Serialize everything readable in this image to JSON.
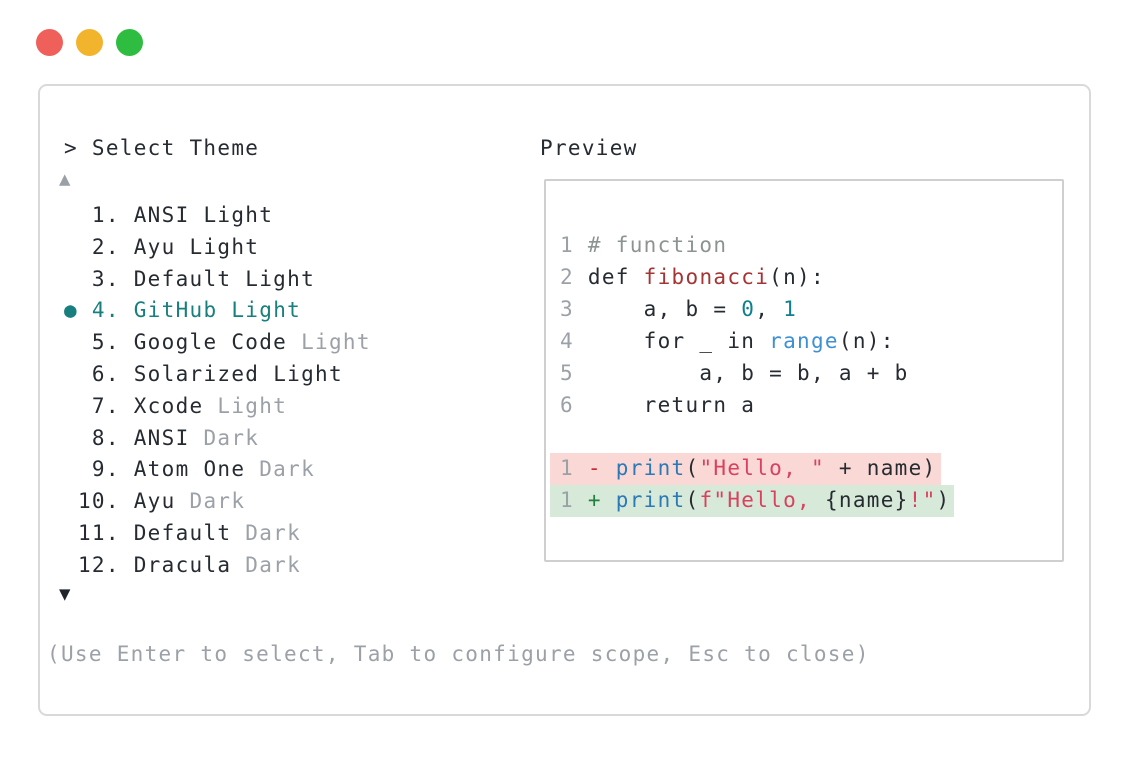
{
  "window": {
    "traffic_lights": [
      {
        "name": "close",
        "color": "#f0605a"
      },
      {
        "name": "minimize",
        "color": "#f3b42d"
      },
      {
        "name": "zoom",
        "color": "#2ebd41"
      }
    ]
  },
  "colors": {
    "text": "#262b32",
    "muted": "#9ba1a7",
    "accent_teal": "#17807f",
    "scroll_up_gray": "#9aa0a5",
    "scroll_down_dark": "#20252b",
    "panel_border": "#d9d9d9",
    "preview_border": "#cfcfcf",
    "removed_bg": "#f9d8d5",
    "added_bg": "#d7ead9"
  },
  "theme_picker": {
    "title": "> Select Theme",
    "scroll_up_glyph": "▲",
    "scroll_down_glyph": "▼",
    "items": [
      {
        "num": "1",
        "name": "ANSI",
        "variant": "Light",
        "variant_muted": false,
        "selected": false
      },
      {
        "num": "2",
        "name": "Ayu",
        "variant": "Light",
        "variant_muted": false,
        "selected": false
      },
      {
        "num": "3",
        "name": "Default",
        "variant": "Light",
        "variant_muted": false,
        "selected": false
      },
      {
        "num": "4",
        "name": "GitHub",
        "variant": "Light",
        "variant_muted": false,
        "selected": true
      },
      {
        "num": "5",
        "name": "Google Code",
        "variant": "Light",
        "variant_muted": true,
        "selected": false
      },
      {
        "num": "6",
        "name": "Solarized",
        "variant": "Light",
        "variant_muted": false,
        "selected": false
      },
      {
        "num": "7",
        "name": "Xcode",
        "variant": "Light",
        "variant_muted": true,
        "selected": false
      },
      {
        "num": "8",
        "name": "ANSI",
        "variant": "Dark",
        "variant_muted": true,
        "selected": false
      },
      {
        "num": "9",
        "name": "Atom One",
        "variant": "Dark",
        "variant_muted": true,
        "selected": false
      },
      {
        "num": "10",
        "name": "Ayu",
        "variant": "Dark",
        "variant_muted": true,
        "selected": false
      },
      {
        "num": "11",
        "name": "Default",
        "variant": "Dark",
        "variant_muted": true,
        "selected": false
      },
      {
        "num": "12",
        "name": "Dracula",
        "variant": "Dark",
        "variant_muted": true,
        "selected": false
      }
    ],
    "selected_bullet_glyph": "●",
    "hint": "(Use Enter to select, Tab to configure scope, Esc to close)"
  },
  "preview": {
    "title": "Preview",
    "line_number_color": "#9ba1a7",
    "token_colors": {
      "text": "#262b32",
      "comment": "#8b9490",
      "func": "#a53434",
      "num": "#0f7f8e",
      "range": "#3f90d2",
      "print": "#2b7ab8",
      "minus": "#ca2b39",
      "plus": "#22803c",
      "str": "#d9415f"
    },
    "code_lines": [
      {
        "num": "1",
        "bg": "none",
        "tokens": [
          {
            "t": "# function",
            "c": "comment"
          }
        ]
      },
      {
        "num": "2",
        "bg": "none",
        "tokens": [
          {
            "t": "def ",
            "c": "text"
          },
          {
            "t": "fibonacci",
            "c": "func"
          },
          {
            "t": "(n):",
            "c": "text"
          }
        ]
      },
      {
        "num": "3",
        "bg": "none",
        "tokens": [
          {
            "t": "    a, b = ",
            "c": "text"
          },
          {
            "t": "0",
            "c": "num"
          },
          {
            "t": ", ",
            "c": "text"
          },
          {
            "t": "1",
            "c": "num"
          }
        ]
      },
      {
        "num": "4",
        "bg": "none",
        "tokens": [
          {
            "t": "    for _ in ",
            "c": "text"
          },
          {
            "t": "range",
            "c": "range"
          },
          {
            "t": "(n):",
            "c": "text"
          }
        ]
      },
      {
        "num": "5",
        "bg": "none",
        "tokens": [
          {
            "t": "        a, b = b, a + b",
            "c": "text"
          }
        ]
      },
      {
        "num": "6",
        "bg": "none",
        "tokens": [
          {
            "t": "    return a",
            "c": "text"
          }
        ]
      },
      {
        "num": "",
        "bg": "none",
        "tokens": []
      },
      {
        "num": "1",
        "bg": "removed",
        "tokens": [
          {
            "t": "- ",
            "c": "minus"
          },
          {
            "t": "print",
            "c": "print"
          },
          {
            "t": "(",
            "c": "text"
          },
          {
            "t": "\"Hello, \"",
            "c": "str"
          },
          {
            "t": " + name)",
            "c": "text"
          }
        ]
      },
      {
        "num": "1",
        "bg": "added",
        "tokens": [
          {
            "t": "+ ",
            "c": "plus"
          },
          {
            "t": "print",
            "c": "print"
          },
          {
            "t": "(",
            "c": "text"
          },
          {
            "t": "f\"Hello, ",
            "c": "str"
          },
          {
            "t": "{name}",
            "c": "text"
          },
          {
            "t": "!\"",
            "c": "str"
          },
          {
            "t": ")",
            "c": "text"
          }
        ]
      }
    ]
  }
}
